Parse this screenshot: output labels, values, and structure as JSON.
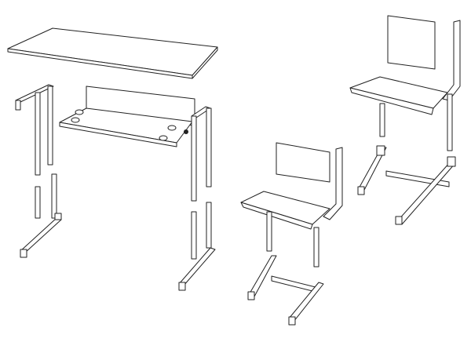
{
  "colors": {
    "line": "#222222",
    "background": "#ffffff"
  },
  "parts": [
    "tabletop",
    "desk-frame-left",
    "desk-frame-right",
    "desk-shelf",
    "chair-small",
    "chair-large"
  ]
}
